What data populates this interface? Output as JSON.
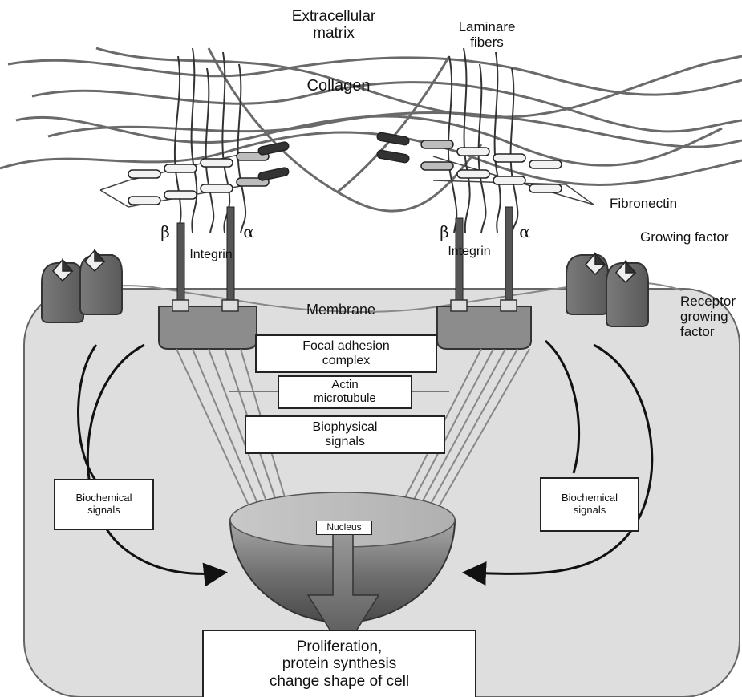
{
  "labels": {
    "extracellular_matrix": [
      "Extracellular",
      "matrix"
    ],
    "laminare_fibers": [
      "Laminare",
      "fibers"
    ],
    "collagen": "Collagen",
    "fibronectin": "Fibronectin",
    "growing_factor": "Growing factor",
    "receptor_growing_factor": [
      "Receptor",
      "growing",
      "factor"
    ],
    "beta_left": "β",
    "alpha_left": "α",
    "integrin_left": "Integrin",
    "beta_right": "β",
    "alpha_right": "α",
    "integrin_right": "Integrin",
    "membrane": "Membrane"
  },
  "boxes": {
    "focal_adhesion": [
      "Focal adhesion",
      "complex"
    ],
    "actin": [
      "Actin",
      "microtubule"
    ],
    "biophysical": [
      "Biophysical",
      "signals"
    ],
    "biochemical_left": [
      "Biochemical",
      "signals"
    ],
    "biochemical_right": [
      "Biochemical",
      "signals"
    ],
    "nucleus": "Nucleus",
    "outcome": [
      "Proliferation,",
      "protein synthesis",
      "change shape of cell"
    ]
  }
}
